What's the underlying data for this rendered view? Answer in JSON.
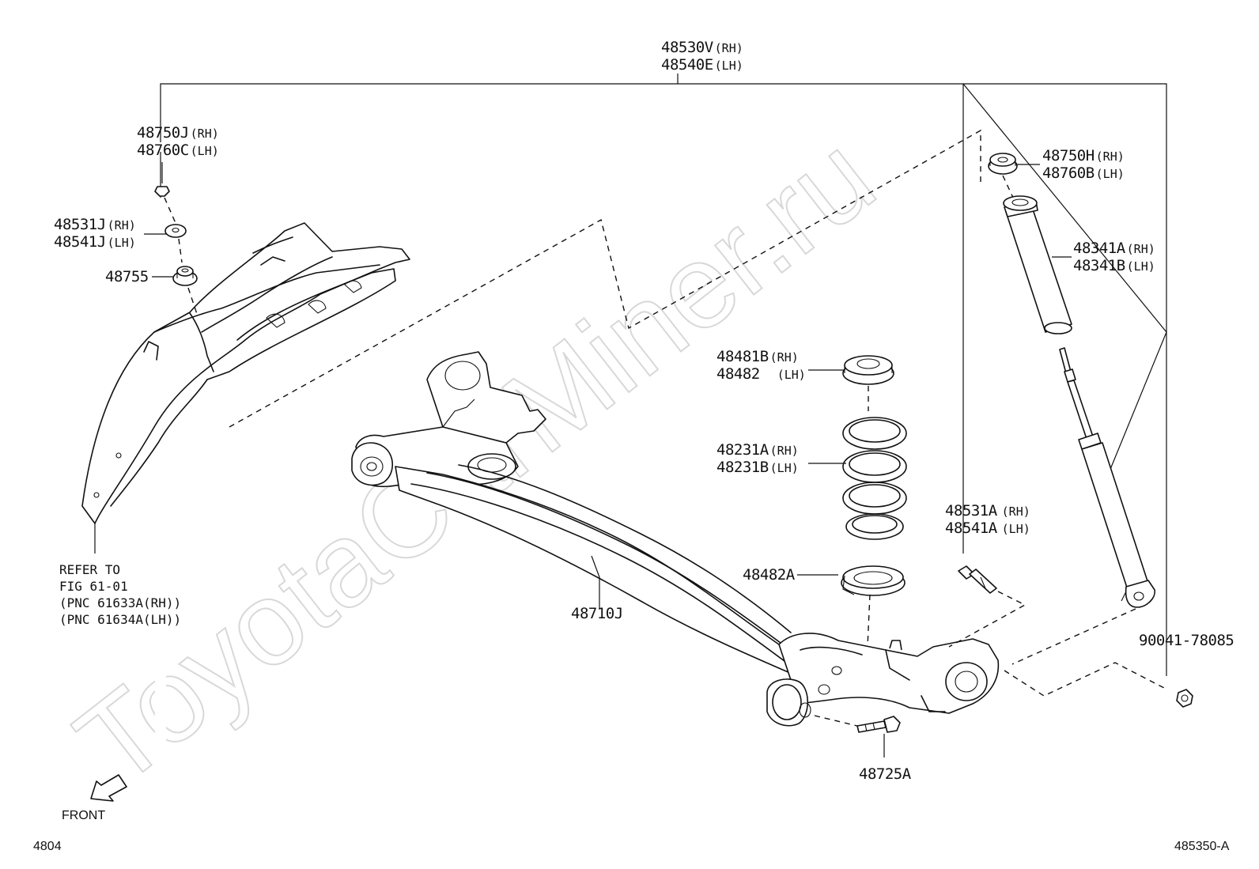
{
  "watermark": "ToyotaCarMiner.ru",
  "labels": {
    "l48530V": "48530V",
    "l48540E": "48540E",
    "l48750J": "48750J",
    "l48760C": "48760C",
    "l48531J": "48531J",
    "l48541J": "48541J",
    "l48755": "48755",
    "l48750H": "48750H",
    "l48760B": "48760B",
    "l48341A": "48341A",
    "l48341B": "48341B",
    "l48481B": "48481B",
    "l48482": "48482",
    "l48231A": "48231A",
    "l48231B": "48231B",
    "l48531A": "48531A",
    "l48541A": "48541A",
    "l48482A": "48482A",
    "l48710J": "48710J",
    "l90041": "90041-78085",
    "l48725A": "48725A"
  },
  "sides": {
    "rh": "(RH)",
    "lh": "(LH)"
  },
  "reference": {
    "line1": "REFER TO",
    "line2": "FIG 61-01",
    "line3": "(PNC 61633A(RH))",
    "line4": "(PNC 61634A(LH))"
  },
  "front_label": "FRONT",
  "corner_left": "4804",
  "corner_right": "485350-A"
}
